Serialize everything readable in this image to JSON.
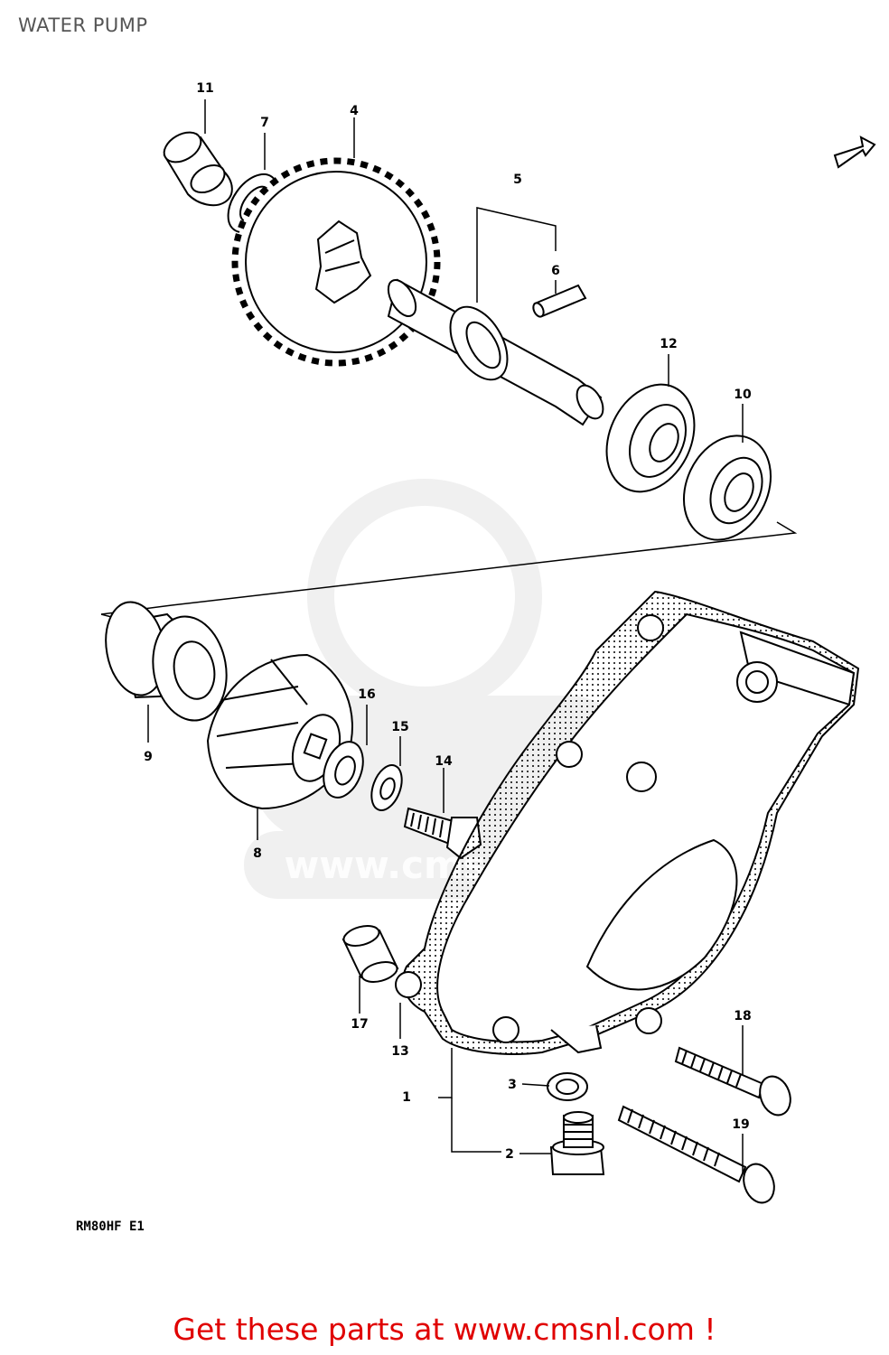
{
  "title": "WATER PUMP",
  "diagram_code": "RM80HF E1",
  "footer": "Get these parts at www.cmsnl.com !",
  "watermark": "www.cmsnl.com",
  "parts": [
    {
      "id": "p1",
      "number": "1"
    },
    {
      "id": "p2",
      "number": "2"
    },
    {
      "id": "p3",
      "number": "3"
    },
    {
      "id": "p4",
      "number": "4"
    },
    {
      "id": "p5",
      "number": "5"
    },
    {
      "id": "p6",
      "number": "6"
    },
    {
      "id": "p7",
      "number": "7"
    },
    {
      "id": "p8",
      "number": "8"
    },
    {
      "id": "p9",
      "number": "9"
    },
    {
      "id": "p10",
      "number": "10"
    },
    {
      "id": "p11",
      "number": "11"
    },
    {
      "id": "p12",
      "number": "12"
    },
    {
      "id": "p13",
      "number": "13"
    },
    {
      "id": "p14",
      "number": "14"
    },
    {
      "id": "p15",
      "number": "15"
    },
    {
      "id": "p16",
      "number": "16"
    },
    {
      "id": "p17",
      "number": "17"
    },
    {
      "id": "p18",
      "number": "18"
    },
    {
      "id": "p19",
      "number": "19"
    }
  ]
}
